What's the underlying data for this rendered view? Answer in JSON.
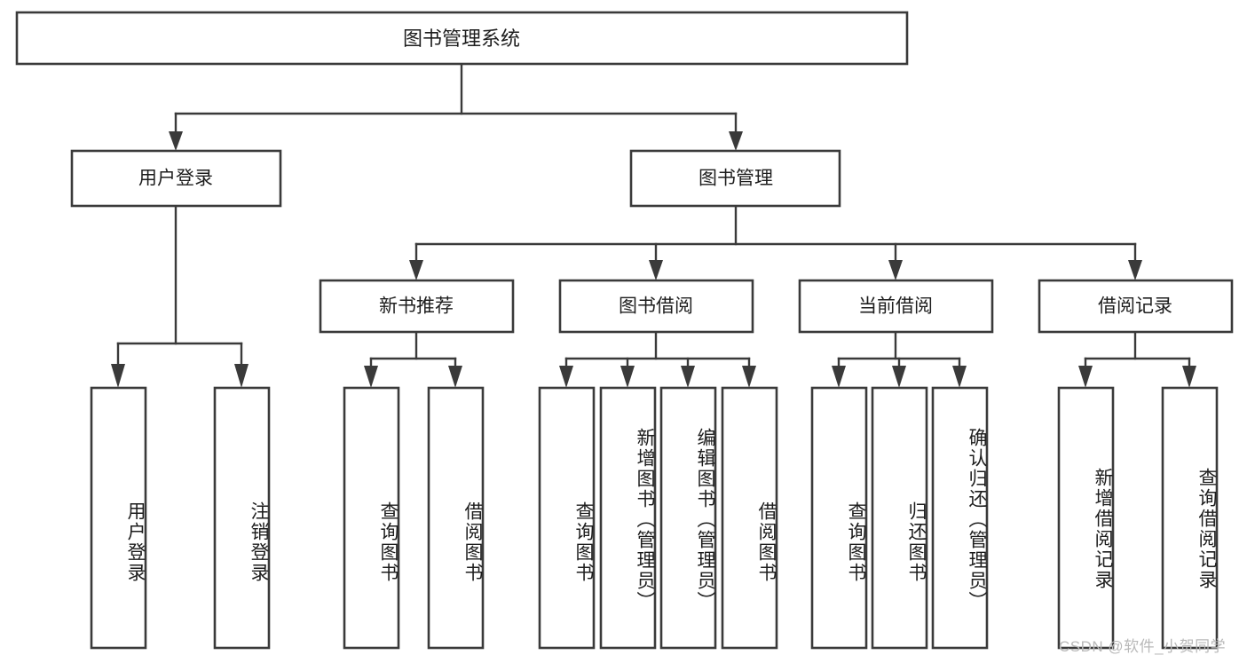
{
  "diagram": {
    "title": "图书管理系统",
    "type": "hierarchy-tree",
    "watermark": "CSDN @软件_小贺同学",
    "colors": {
      "stroke": "#3a3a3a",
      "fill": "#ffffff",
      "text": "#1d1d1d",
      "watermark": "#b9b9b9",
      "background": "#ffffff"
    },
    "root": {
      "id": "root",
      "label": "图书管理系统",
      "orientation": "horizontal"
    },
    "level2": [
      {
        "id": "user-login",
        "label": "用户登录",
        "orientation": "horizontal"
      },
      {
        "id": "book-management",
        "label": "图书管理",
        "orientation": "horizontal"
      }
    ],
    "level3": [
      {
        "id": "new-book-recommend",
        "label": "新书推荐",
        "orientation": "horizontal",
        "parent": "book-management"
      },
      {
        "id": "book-borrow",
        "label": "图书借阅",
        "orientation": "horizontal",
        "parent": "book-management"
      },
      {
        "id": "current-borrow",
        "label": "当前借阅",
        "orientation": "horizontal",
        "parent": "book-management"
      },
      {
        "id": "borrow-record",
        "label": "借阅记录",
        "orientation": "horizontal",
        "parent": "book-management"
      }
    ],
    "leaves": [
      {
        "id": "leaf-user-login",
        "label": "用户登录",
        "orientation": "vertical",
        "parent": "user-login"
      },
      {
        "id": "leaf-logout-login",
        "label": "注销登录",
        "orientation": "vertical",
        "parent": "user-login"
      },
      {
        "id": "leaf-query-book-1",
        "label": "查询图书",
        "orientation": "vertical",
        "parent": "new-book-recommend"
      },
      {
        "id": "leaf-borrow-book-1",
        "label": "借阅图书",
        "orientation": "vertical",
        "parent": "new-book-recommend"
      },
      {
        "id": "leaf-query-book-2",
        "label": "查询图书",
        "orientation": "vertical",
        "parent": "book-borrow"
      },
      {
        "id": "leaf-add-book",
        "label": "新增图书（管理员）",
        "orientation": "vertical",
        "parent": "book-borrow"
      },
      {
        "id": "leaf-edit-book",
        "label": "编辑图书（管理员）",
        "orientation": "vertical",
        "parent": "book-borrow"
      },
      {
        "id": "leaf-borrow-book-2",
        "label": "借阅图书",
        "orientation": "vertical",
        "parent": "book-borrow"
      },
      {
        "id": "leaf-query-book-3",
        "label": "查询图书",
        "orientation": "vertical",
        "parent": "current-borrow"
      },
      {
        "id": "leaf-return-book",
        "label": "归还图书",
        "orientation": "vertical",
        "parent": "current-borrow"
      },
      {
        "id": "leaf-confirm-return",
        "label": "确认归还（管理员）",
        "orientation": "vertical",
        "parent": "current-borrow"
      },
      {
        "id": "leaf-add-record",
        "label": "新增借阅记录",
        "orientation": "vertical",
        "parent": "borrow-record"
      },
      {
        "id": "leaf-query-record",
        "label": "查询借阅记录",
        "orientation": "vertical",
        "parent": "borrow-record"
      }
    ]
  }
}
